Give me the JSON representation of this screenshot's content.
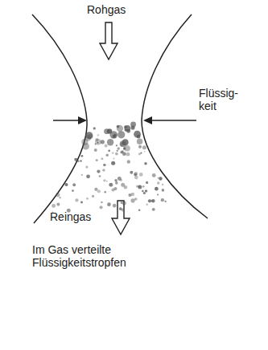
{
  "diagram": {
    "caption": "Im Gas verteilte Flüssigkeitstropfen",
    "labels": [
      "Rohgas",
      "Flüssig- keit",
      "Reingas"
    ]
  }
}
